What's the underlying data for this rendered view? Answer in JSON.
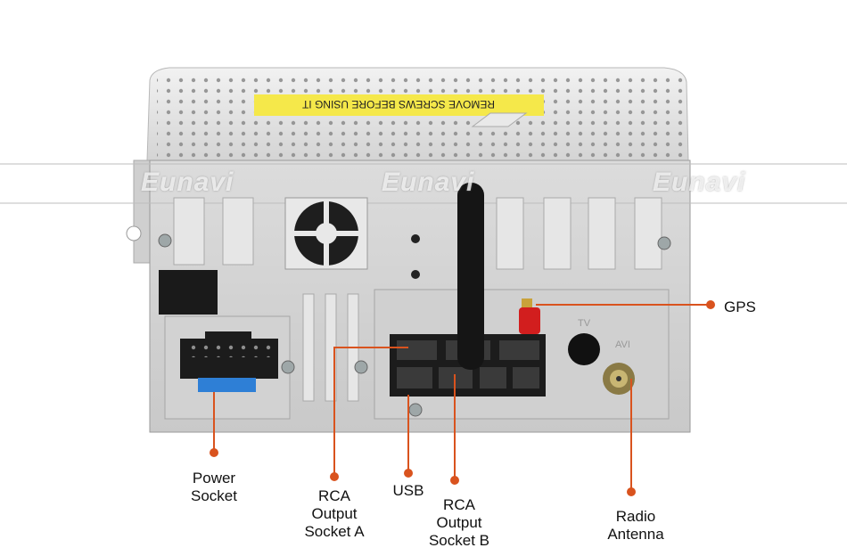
{
  "colors": {
    "accent": "#d9531e",
    "chassis": "#d9d9d9",
    "connector": "#1c1c1c"
  },
  "device": {
    "warning_label": "REMOVE SCREWS BEFORE USING IT",
    "watermark": "Eunavi",
    "port_text": {
      "tv": "TV",
      "avi": "AVI"
    }
  },
  "callouts": {
    "gps": "GPS",
    "power_socket": [
      "Power",
      "Socket"
    ],
    "rca_a": [
      "RCA",
      "Output",
      "Socket A"
    ],
    "usb": "USB",
    "rca_b": [
      "RCA",
      "Output",
      "Socket B"
    ],
    "radio_antenna": [
      "Radio",
      "Antenna"
    ]
  }
}
